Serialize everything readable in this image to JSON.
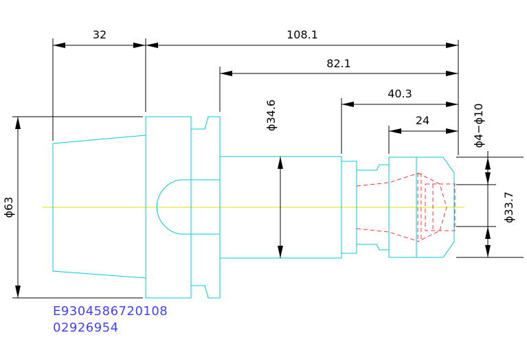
{
  "dimensions": {
    "d_32": "32",
    "d_108": "108.1",
    "d_82": "82.1",
    "d_40": "40.3",
    "d_24": "24",
    "d_dia346": "ϕ34.6",
    "d_dia63": "ϕ63",
    "d_dia4_10": "ϕ4−ϕ10",
    "d_dia337": "ϕ33.7"
  },
  "part_code": {
    "line1": "E9304586720108",
    "line2": "02926954"
  },
  "colors": {
    "geometry": "#00c8d8",
    "hidden_lines": "#ff3030",
    "dimensions": "#000000",
    "centerline": "#e8e000",
    "code_text": "#4040ff"
  }
}
